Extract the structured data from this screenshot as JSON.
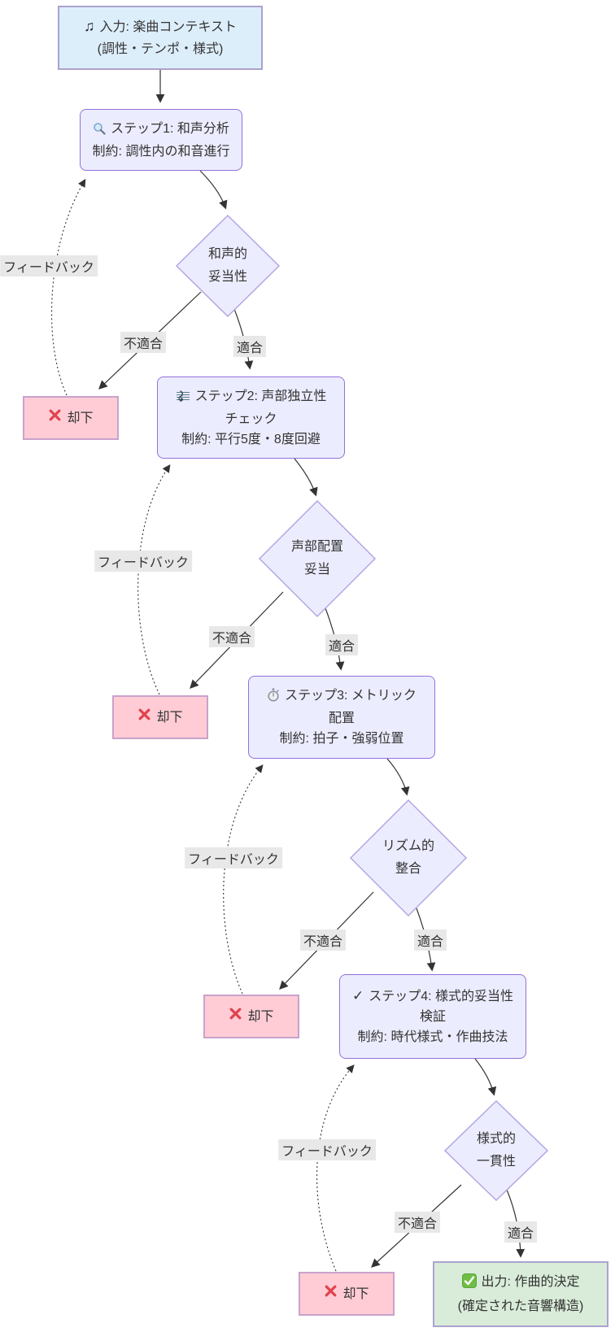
{
  "labels": {
    "feedback": "フィードバック",
    "fail": "不適合",
    "pass": "適合"
  },
  "nodes": {
    "input": {
      "icon": "music-notes-icon",
      "line1": "入力: 楽曲コンテキスト",
      "line2": "(調性・テンポ・様式)"
    },
    "step1": {
      "icon": "magnifier-icon",
      "line1": "ステップ1: 和声分析",
      "line2": "制約: 調性内の和音進行"
    },
    "decision1": {
      "line1": "和声的",
      "line2": "妥当性"
    },
    "step2": {
      "icon": "musical-score-icon",
      "line1": "ステップ2: 声部独立性",
      "line2": "チェック",
      "line3": "制約: 平行5度・8度回避"
    },
    "decision2": {
      "line1": "声部配置",
      "line2": "妥当"
    },
    "step3": {
      "icon": "stopwatch-icon",
      "line1": "ステップ3: メトリック",
      "line2": "配置",
      "line3": "制約: 拍子・強弱位置"
    },
    "decision3": {
      "line1": "リズム的",
      "line2": "整合"
    },
    "step4": {
      "icon": "check-icon",
      "line1": "ステップ4: 様式的妥当性",
      "line2": "検証",
      "line3": "制約: 時代様式・作曲技法"
    },
    "decision4": {
      "line1": "様式的",
      "line2": "一貫性"
    },
    "reject": {
      "icon": "cross-icon",
      "label": "却下"
    },
    "output": {
      "icon": "check-box-icon",
      "line1": "出力: 作曲的決定",
      "line2": "(確定された音響構造)"
    }
  },
  "colors": {
    "step_fill": "#ECECFF",
    "step_border": "#9370DB",
    "decision_fill": "#ECECFF",
    "decision_border": "#b3a6e3",
    "input_fill": "#ddeefb",
    "output_fill": "#d9ecd9",
    "io_border": "#aaa3ce",
    "reject_fill": "#ffccd5",
    "reject_border": "#c9a2cc",
    "edge": "#333333",
    "text": "#333333",
    "label_bg": "#e8e8e8",
    "cross_red": "#e0434d",
    "check_green": "#6ebe45"
  }
}
